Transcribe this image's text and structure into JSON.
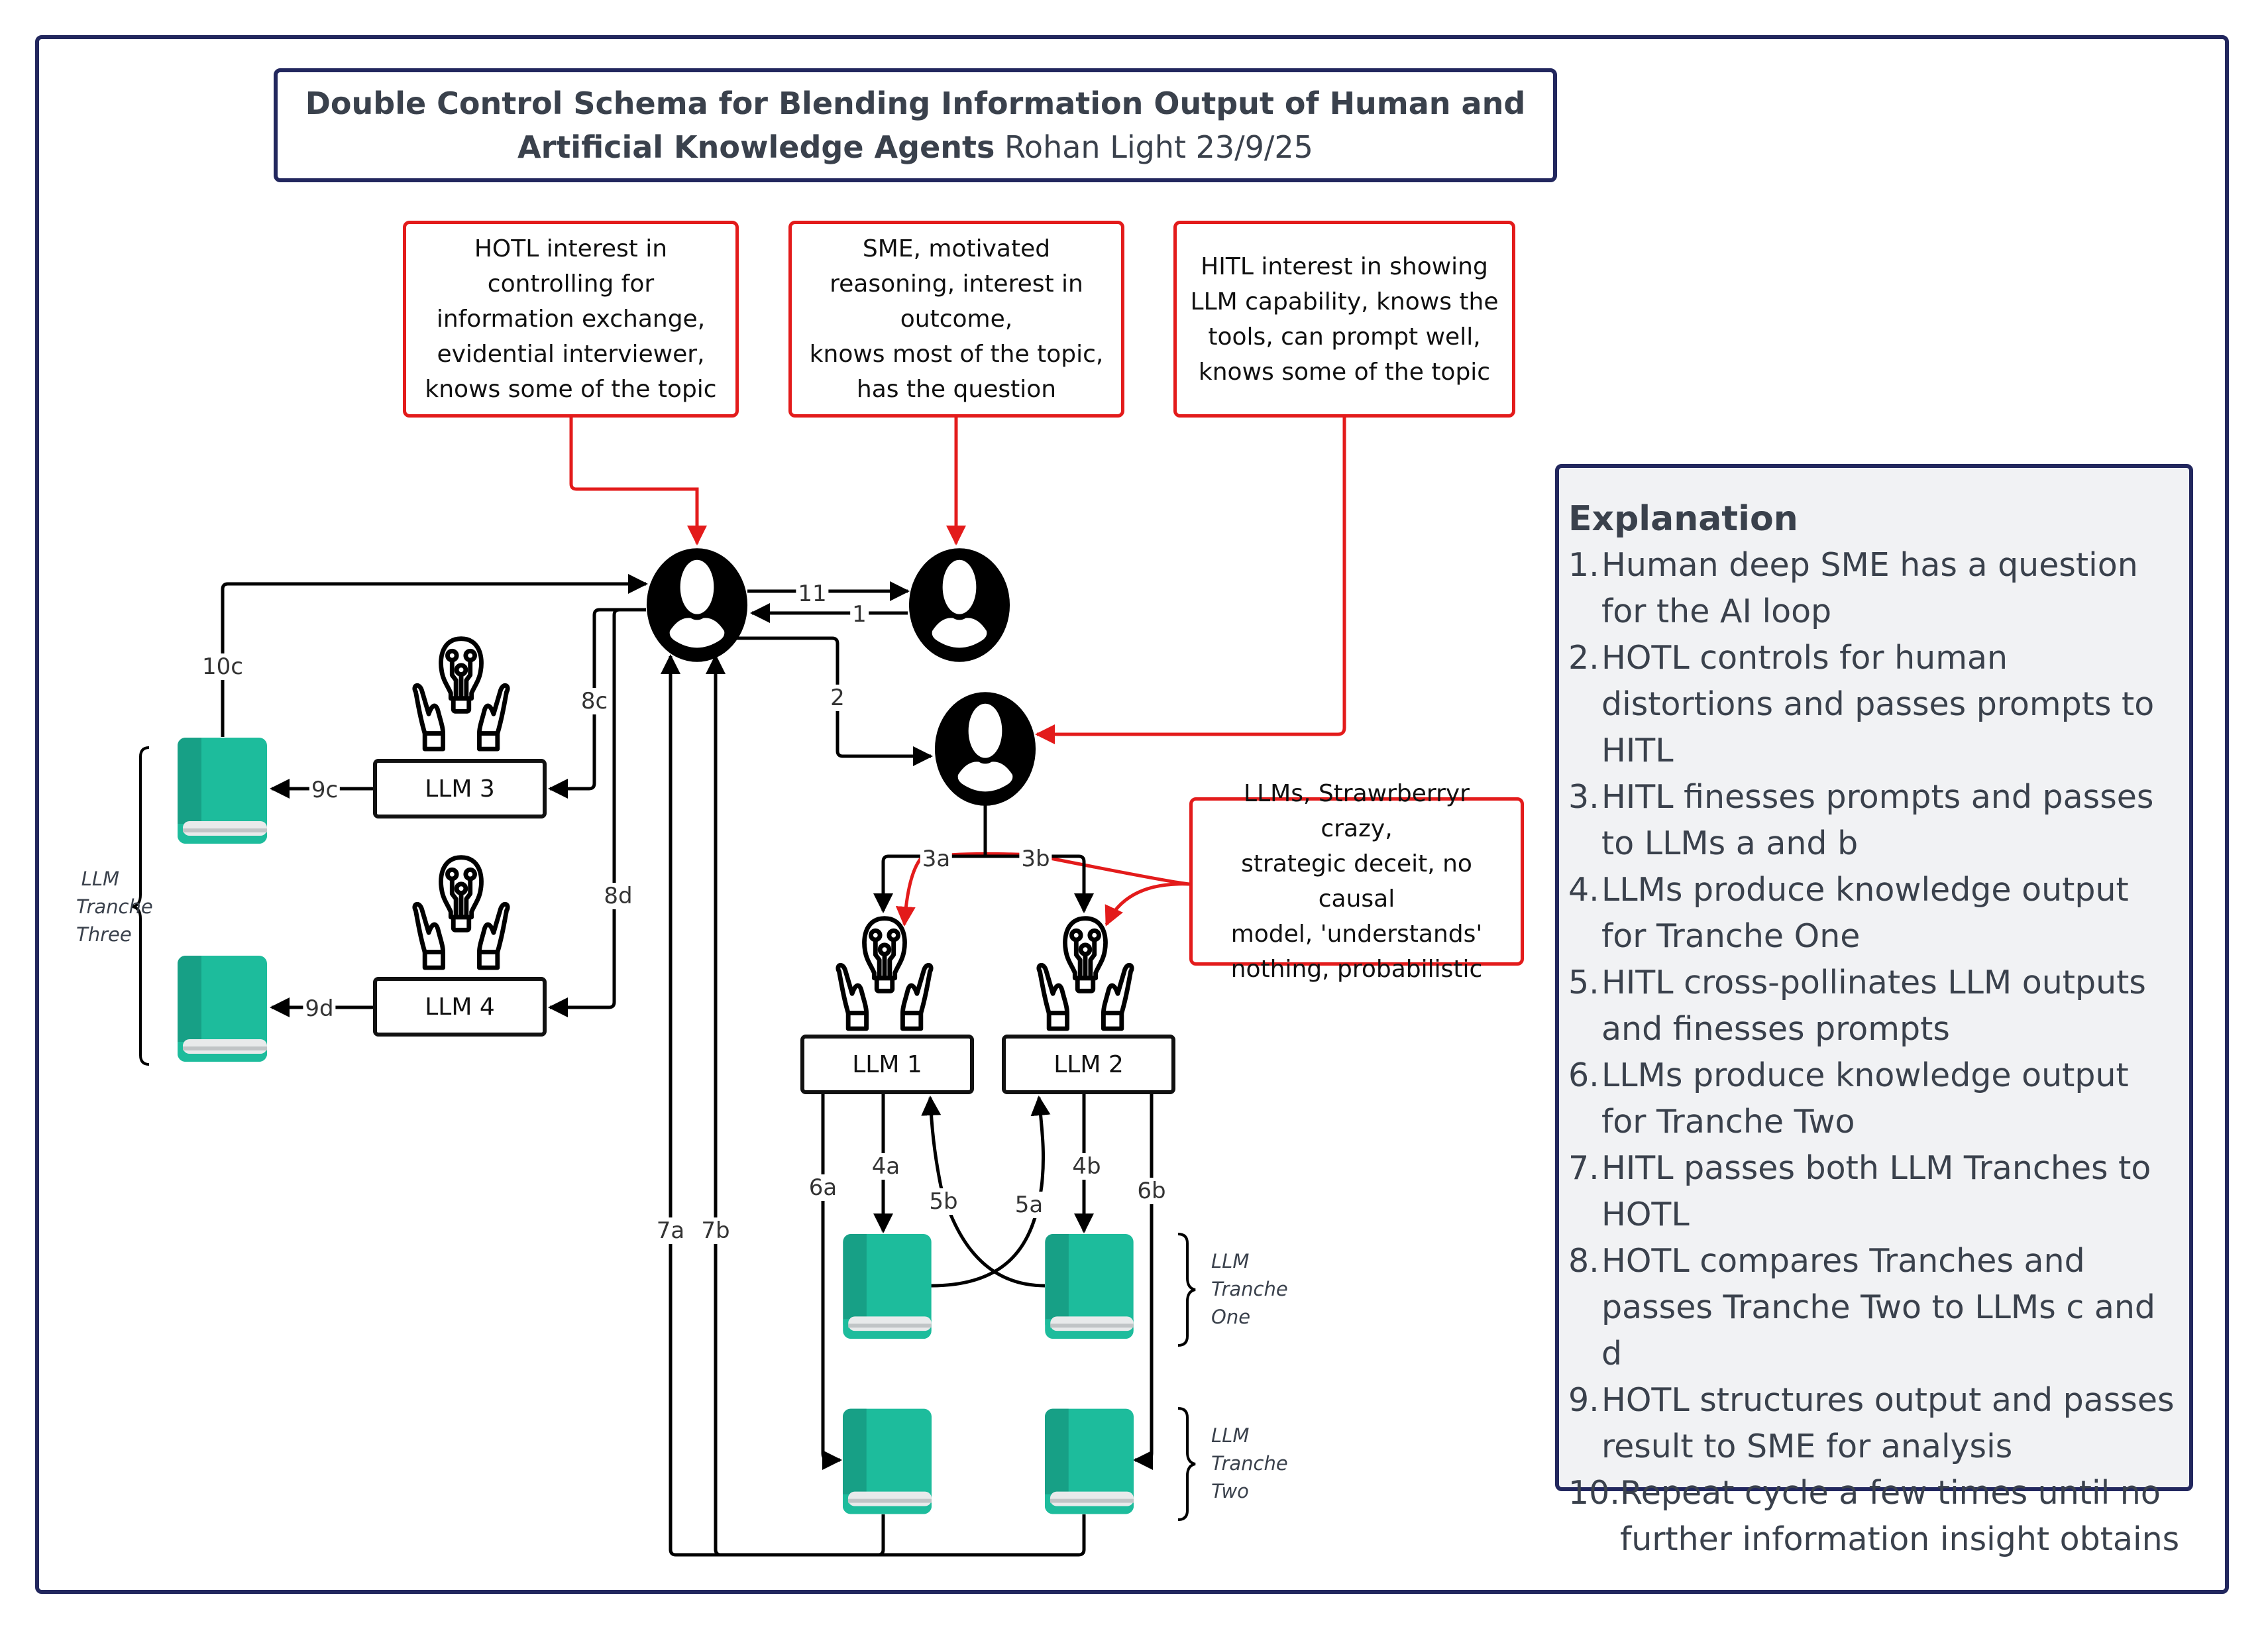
{
  "title": {
    "bold": "Double Control Schema for Blending Information Output of Human and Artificial Knowledge Agents",
    "light": "Rohan Light 23/9/25"
  },
  "notes": {
    "hotl": "HOTL interest in\ncontrolling for\ninformation exchange,\nevidential interviewer,\nknows some of the topic",
    "sme": "SME, motivated\nreasoning, interest in\noutcome,\nknows most of the topic,\nhas the question",
    "hitl": "HITL interest in showing\nLLM capability, knows the\ntools, can prompt well,\nknows some of the topic",
    "llms": "LLMs, Strawrberryr crazy,\nstrategic deceit, no causal\nmodel, 'understands'\nnothing, probabilistic"
  },
  "actors": [
    {
      "id": "hotl",
      "icon": "person-icon"
    },
    {
      "id": "sme",
      "icon": "person-icon"
    },
    {
      "id": "hitl",
      "icon": "person-icon"
    }
  ],
  "llms": {
    "llm1": "LLM 1",
    "llm2": "LLM 2",
    "llm3": "LLM 3",
    "llm4": "LLM 4"
  },
  "edge_labels": {
    "e1": "1",
    "e11": "11",
    "e2": "2",
    "e3a": "3a",
    "e3b": "3b",
    "e4a": "4a",
    "e4b": "4b",
    "e5a": "5a",
    "e5b": "5b",
    "e6a": "6a",
    "e6b": "6b",
    "e7a": "7a",
    "e7b": "7b",
    "e8c": "8c",
    "e8d": "8d",
    "e9c": "9c",
    "e9d": "9d",
    "e10c": "10c"
  },
  "tranches": {
    "one": "LLM\nTranche\nOne",
    "two": "LLM\nTranche\nTwo",
    "three": "LLM\nTranche\nThree"
  },
  "explanation": {
    "heading": "Explanation",
    "items": [
      {
        "num": "1.",
        "text": "Human deep SME has a question for the AI loop"
      },
      {
        "num": "2.",
        "text": "HOTL controls for human distortions and passes prompts to HITL"
      },
      {
        "num": "3.",
        "text": "HITL finesses prompts and passes to LLMs a and b"
      },
      {
        "num": "4.",
        "text": "LLMs produce knowledge output for Tranche One"
      },
      {
        "num": "5.",
        "text": "HITL cross-pollinates LLM outputs and finesses prompts"
      },
      {
        "num": "6.",
        "text": "LLMs produce knowledge output for Tranche Two"
      },
      {
        "num": "7.",
        "text": "HITL passes both LLM Tranches to HOTL"
      },
      {
        "num": "8.",
        "text": "HOTL compares Tranches and passes Tranche Two to LLMs c and d"
      },
      {
        "num": "9.",
        "text": "HOTL structures output and passes result to SME for analysis"
      },
      {
        "num": "10.",
        "text": "Repeat cycle a few times until no further information insight obtains"
      }
    ]
  },
  "colors": {
    "frame": "#22275e",
    "note_border": "#e31b1b",
    "book_cover": "#1dbc9c",
    "book_spine": "#17a086",
    "panel_bg": "#f1f2f4",
    "text": "#3a414c"
  }
}
